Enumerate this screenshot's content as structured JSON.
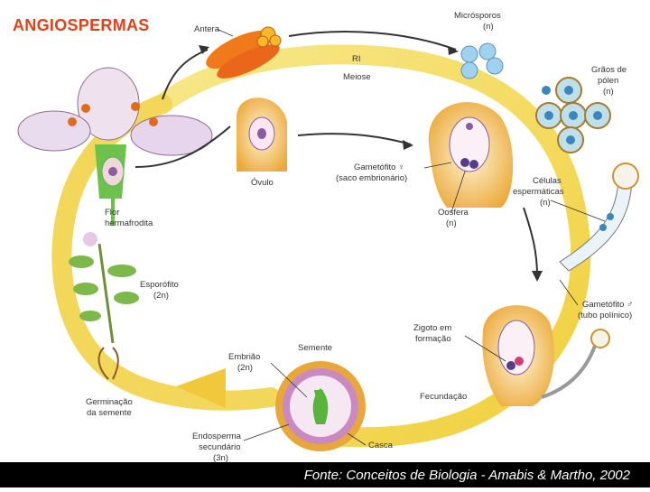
{
  "title": "ANGIOSPERMAS",
  "footer": "Fonte: Conceitos de Biologia - Amabis & Martho, 2002",
  "labels": {
    "antera": "Antera",
    "microsporos": "Micrósporos",
    "microsporos_n": "(n)",
    "ri": "RI",
    "meiose": "Meiose",
    "graos1": "Grãos de",
    "graos2": "pólen",
    "graos_n": "(n)",
    "ovulo": "Óvulo",
    "gametofito_f1": "Gametófito ♀",
    "gametofito_f2": "(saco embrionário)",
    "oosfera": "Oosfera",
    "oosfera_n": "(n)",
    "celulas1": "Células",
    "celulas2": "espermáticas",
    "celulas_n": "(n)",
    "flor1": "Flor",
    "flor2": "hermafrodita",
    "esporofito1": "Esporófito",
    "esporofito2": "(2n)",
    "gametofito_m1": "Gametófito ♂",
    "gametofito_m2": "(tubo polínico)",
    "zigoto1": "Zigoto em",
    "zigoto2": "formação",
    "semente": "Semente",
    "embriao1": "Embrião",
    "embriao2": "(2n)",
    "fecundacao": "Fecundação",
    "germinacao1": "Germinação",
    "germinacao2": "da semente",
    "endosperma1": "Endosperma",
    "endosperma2": "secundário",
    "endosperma3": "(3n)",
    "casca": "Casca"
  }
}
